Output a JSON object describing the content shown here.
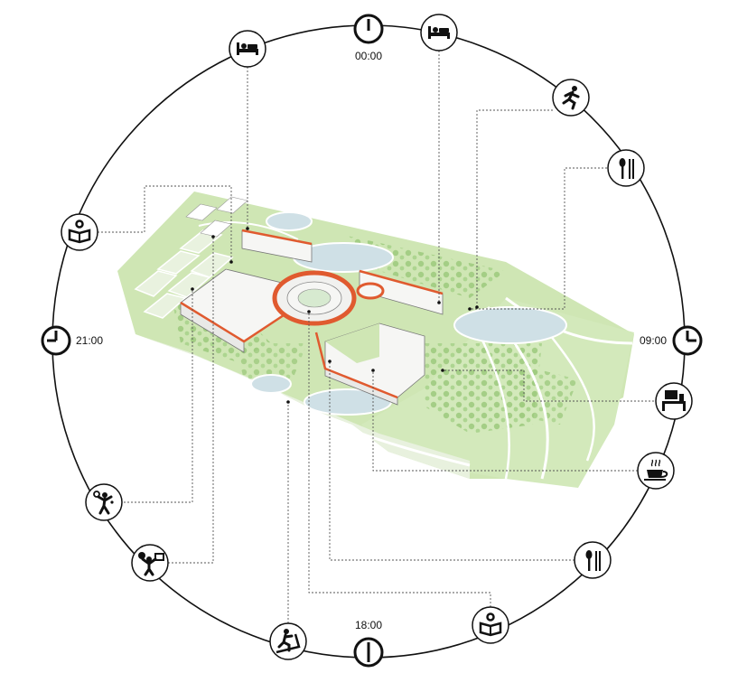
{
  "time_labels": {
    "midnight": "00:00",
    "morning": "09:00",
    "evening": "18:00",
    "night": "21:00"
  },
  "activities": [
    {
      "id": "sleep-early",
      "icon": "bed-icon"
    },
    {
      "id": "sleep-late",
      "icon": "bed-icon"
    },
    {
      "id": "run",
      "icon": "running-person-icon"
    },
    {
      "id": "breakfast",
      "icon": "cutlery-icon"
    },
    {
      "id": "work",
      "icon": "desk-computer-icon"
    },
    {
      "id": "coffee",
      "icon": "coffee-cup-icon"
    },
    {
      "id": "lunch",
      "icon": "cutlery-icon"
    },
    {
      "id": "read-afternoon",
      "icon": "reading-person-icon"
    },
    {
      "id": "treadmill",
      "icon": "treadmill-icon"
    },
    {
      "id": "volleyball",
      "icon": "volleyball-player-icon"
    },
    {
      "id": "tennis",
      "icon": "tennis-player-icon"
    },
    {
      "id": "read-evening",
      "icon": "reading-person-icon"
    }
  ],
  "colors": {
    "lawn": "#cfe6b4",
    "tree": "#9fcb80",
    "water": "#cfe0e6",
    "roof_accent": "#e05a2f",
    "building": "#f6f6f4",
    "ink": "#111111"
  }
}
